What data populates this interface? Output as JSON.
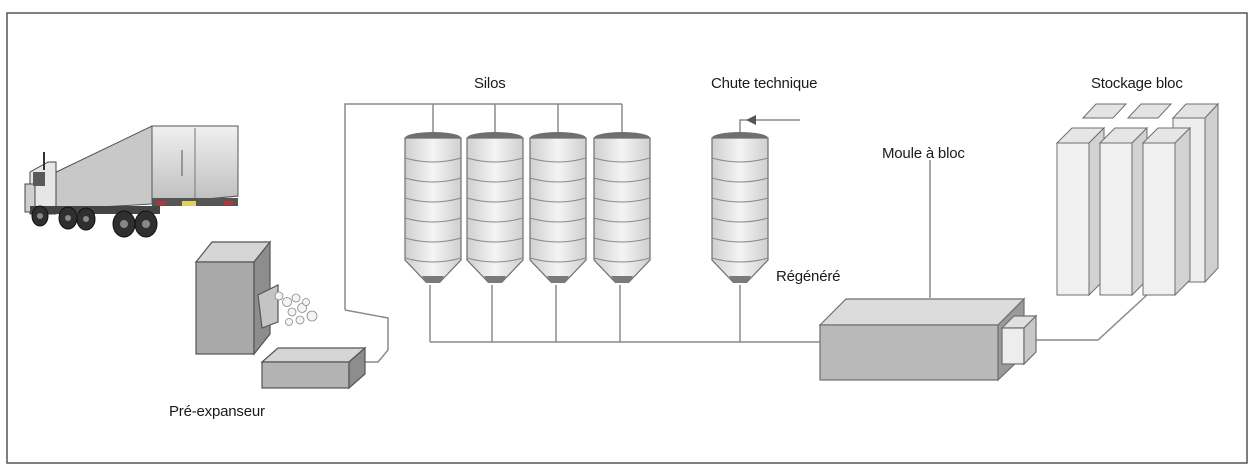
{
  "labels": {
    "silos": "Silos",
    "chute": "Chute technique",
    "stockage": "Stockage bloc",
    "moule": "Moule à bloc",
    "regenere": "Régénéré",
    "pre_expanseur": "Pré-expanseur"
  },
  "colors": {
    "line": "#8a8a8a",
    "box_face": "#b9b9b9",
    "box_top": "#dcdcdc",
    "box_side": "#9a9a9a",
    "silo_body": "#e8e8e8",
    "silo_band": "#6f6f6f",
    "truck_trailer": "#d9d9d9",
    "frame_border": "#555555"
  },
  "icons": [
    "truck-icon",
    "pre-expander-icon",
    "silo-icon",
    "block-mold-icon",
    "block-storage-icon",
    "arrow-left-icon"
  ]
}
